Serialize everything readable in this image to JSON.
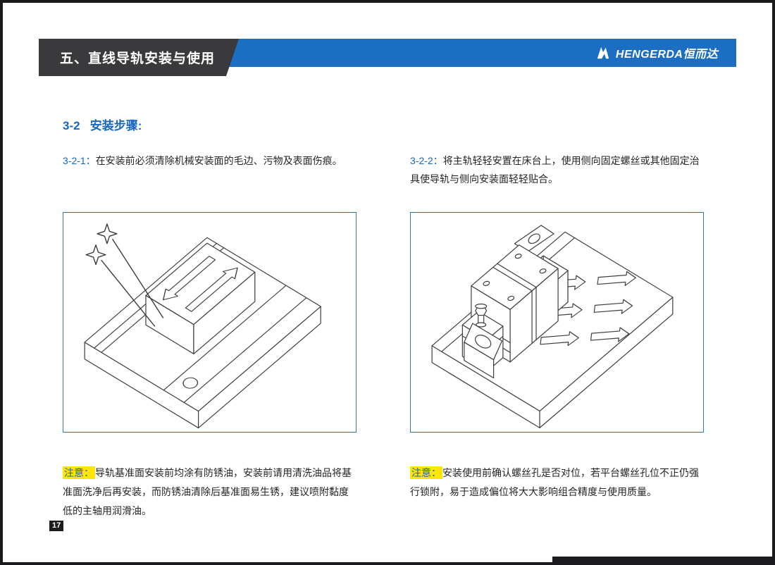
{
  "header": {
    "title": "五、直线导轨安装与使用",
    "brand": "HENGERDA恒而达"
  },
  "section_heading": "3-2   安装步骤:",
  "steps": [
    {
      "label": "3-2-1：",
      "text": "在安装前必须清除机械安装面的毛边、污物及表面伤痕。",
      "note_label": "注意：",
      "note": "导轨基准面安装前均涂有防锈油，安装前请用清洗油品将基准面洗净后再安装，而防锈油清除后基准面易生锈，建议喷附黏度低的主轴用润滑油。",
      "figure": "burr-and-scratch-cleaning-diagram"
    },
    {
      "label": "3-2-2：",
      "text": "将主轨轻轻安置在床台上，使用侧向固定螺丝或其他固定治具使导轨与侧向安装面轻轻贴合。",
      "note_label": "注意：",
      "note": "安装使用前确认螺丝孔是否对位，若平台螺丝孔位不正仍强行锁附，易于造成偏位将大大影响组合精度与使用质量。",
      "figure": "rail-side-mounting-diagram"
    }
  ],
  "page_number": "17",
  "colors": {
    "accent_blue": "#1567c0",
    "bar_dark": "#3a3a3d",
    "bar_blue": "#1b6ec2",
    "highlight_yellow": "#ffe600",
    "figure_border": "#3273b6",
    "line_art": "#3c3c3c"
  }
}
